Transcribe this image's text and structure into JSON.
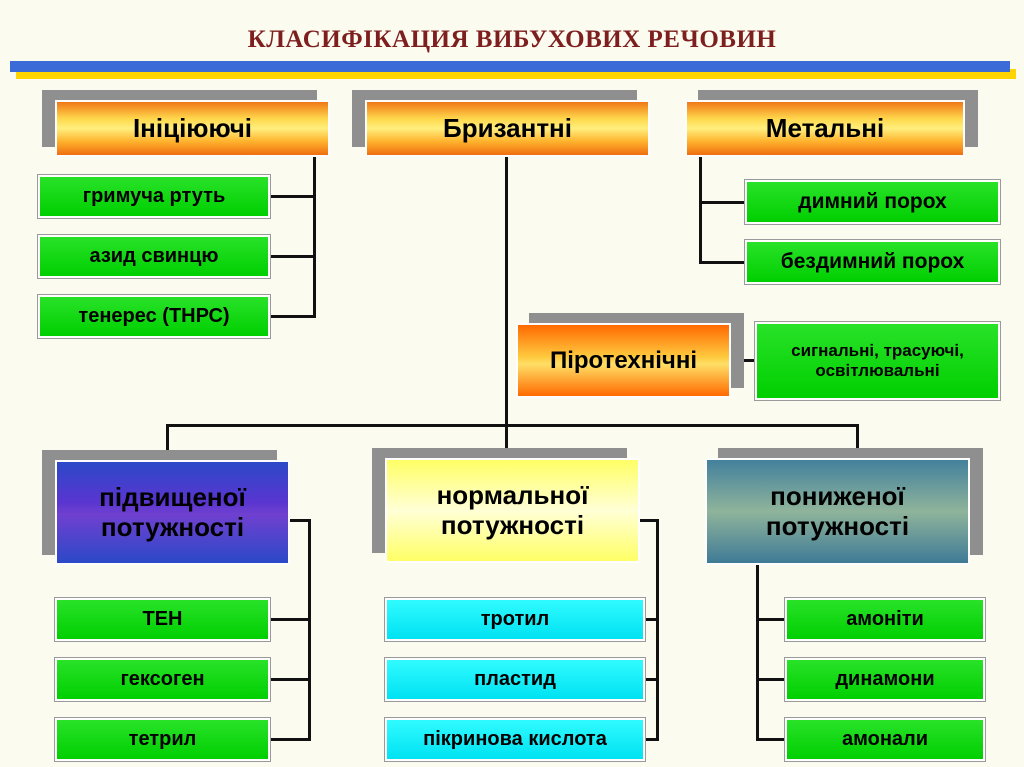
{
  "title": "КЛАСИФІКАЦИЯ ВИБУХОВИХ РЕЧОВИН",
  "colors": {
    "title_text": "#7e1f1f",
    "flag_blue": "#3b6bd6",
    "flag_yellow": "#ffd400",
    "item_green": "#00d400",
    "item_cyan": "#00f0ff",
    "shadow_gray": "#8f8f8f"
  },
  "categories": {
    "initiating": {
      "label": "Ініціюючі",
      "items": [
        "гримуча ртуть",
        "азид свинцю",
        "тенерес (ТНРС)"
      ]
    },
    "brisant": {
      "label": "Бризантні"
    },
    "propellant": {
      "label": "Метальні",
      "items": [
        "димний порох",
        "бездимний порох"
      ]
    },
    "pyrotechnic": {
      "label": "Піротехнічні",
      "items": [
        "сигнальні,  трасуючі, освітлювальні"
      ]
    }
  },
  "brisant_power": [
    {
      "label": "підвищеної потужності",
      "items": [
        "ТЕН",
        "гексоген",
        "тетрил"
      ]
    },
    {
      "label": "нормальної потужності",
      "items": [
        "тротил",
        "пластид",
        "пікринова кислота"
      ]
    },
    {
      "label": "пониженої потужності",
      "items": [
        "амоніти",
        "динамони",
        "амонали"
      ]
    }
  ]
}
